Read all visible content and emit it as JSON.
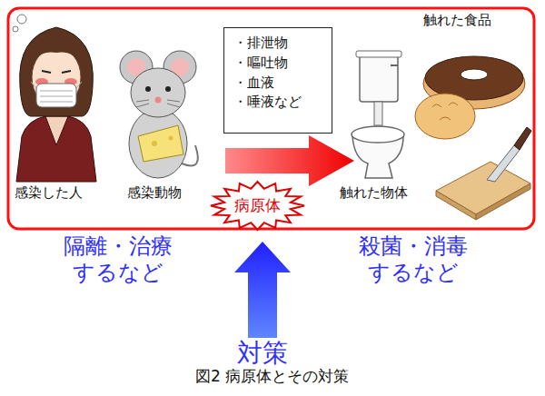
{
  "diagram": {
    "caption": "図2 病原体とその対策",
    "nodes": [
      {
        "text": [
          "・排泄物",
          "・嘔吐物",
          "・血液",
          "・唾液など"
        ]
      },
      {
        "text": [
          "病原体"
        ]
      }
    ],
    "labels": [
      "感染した人",
      "感染動物",
      "触れた物体",
      "触れた食品",
      "隔離・治療 するなど",
      "殺菌・消毒 するなど",
      "対策"
    ]
  }
}
